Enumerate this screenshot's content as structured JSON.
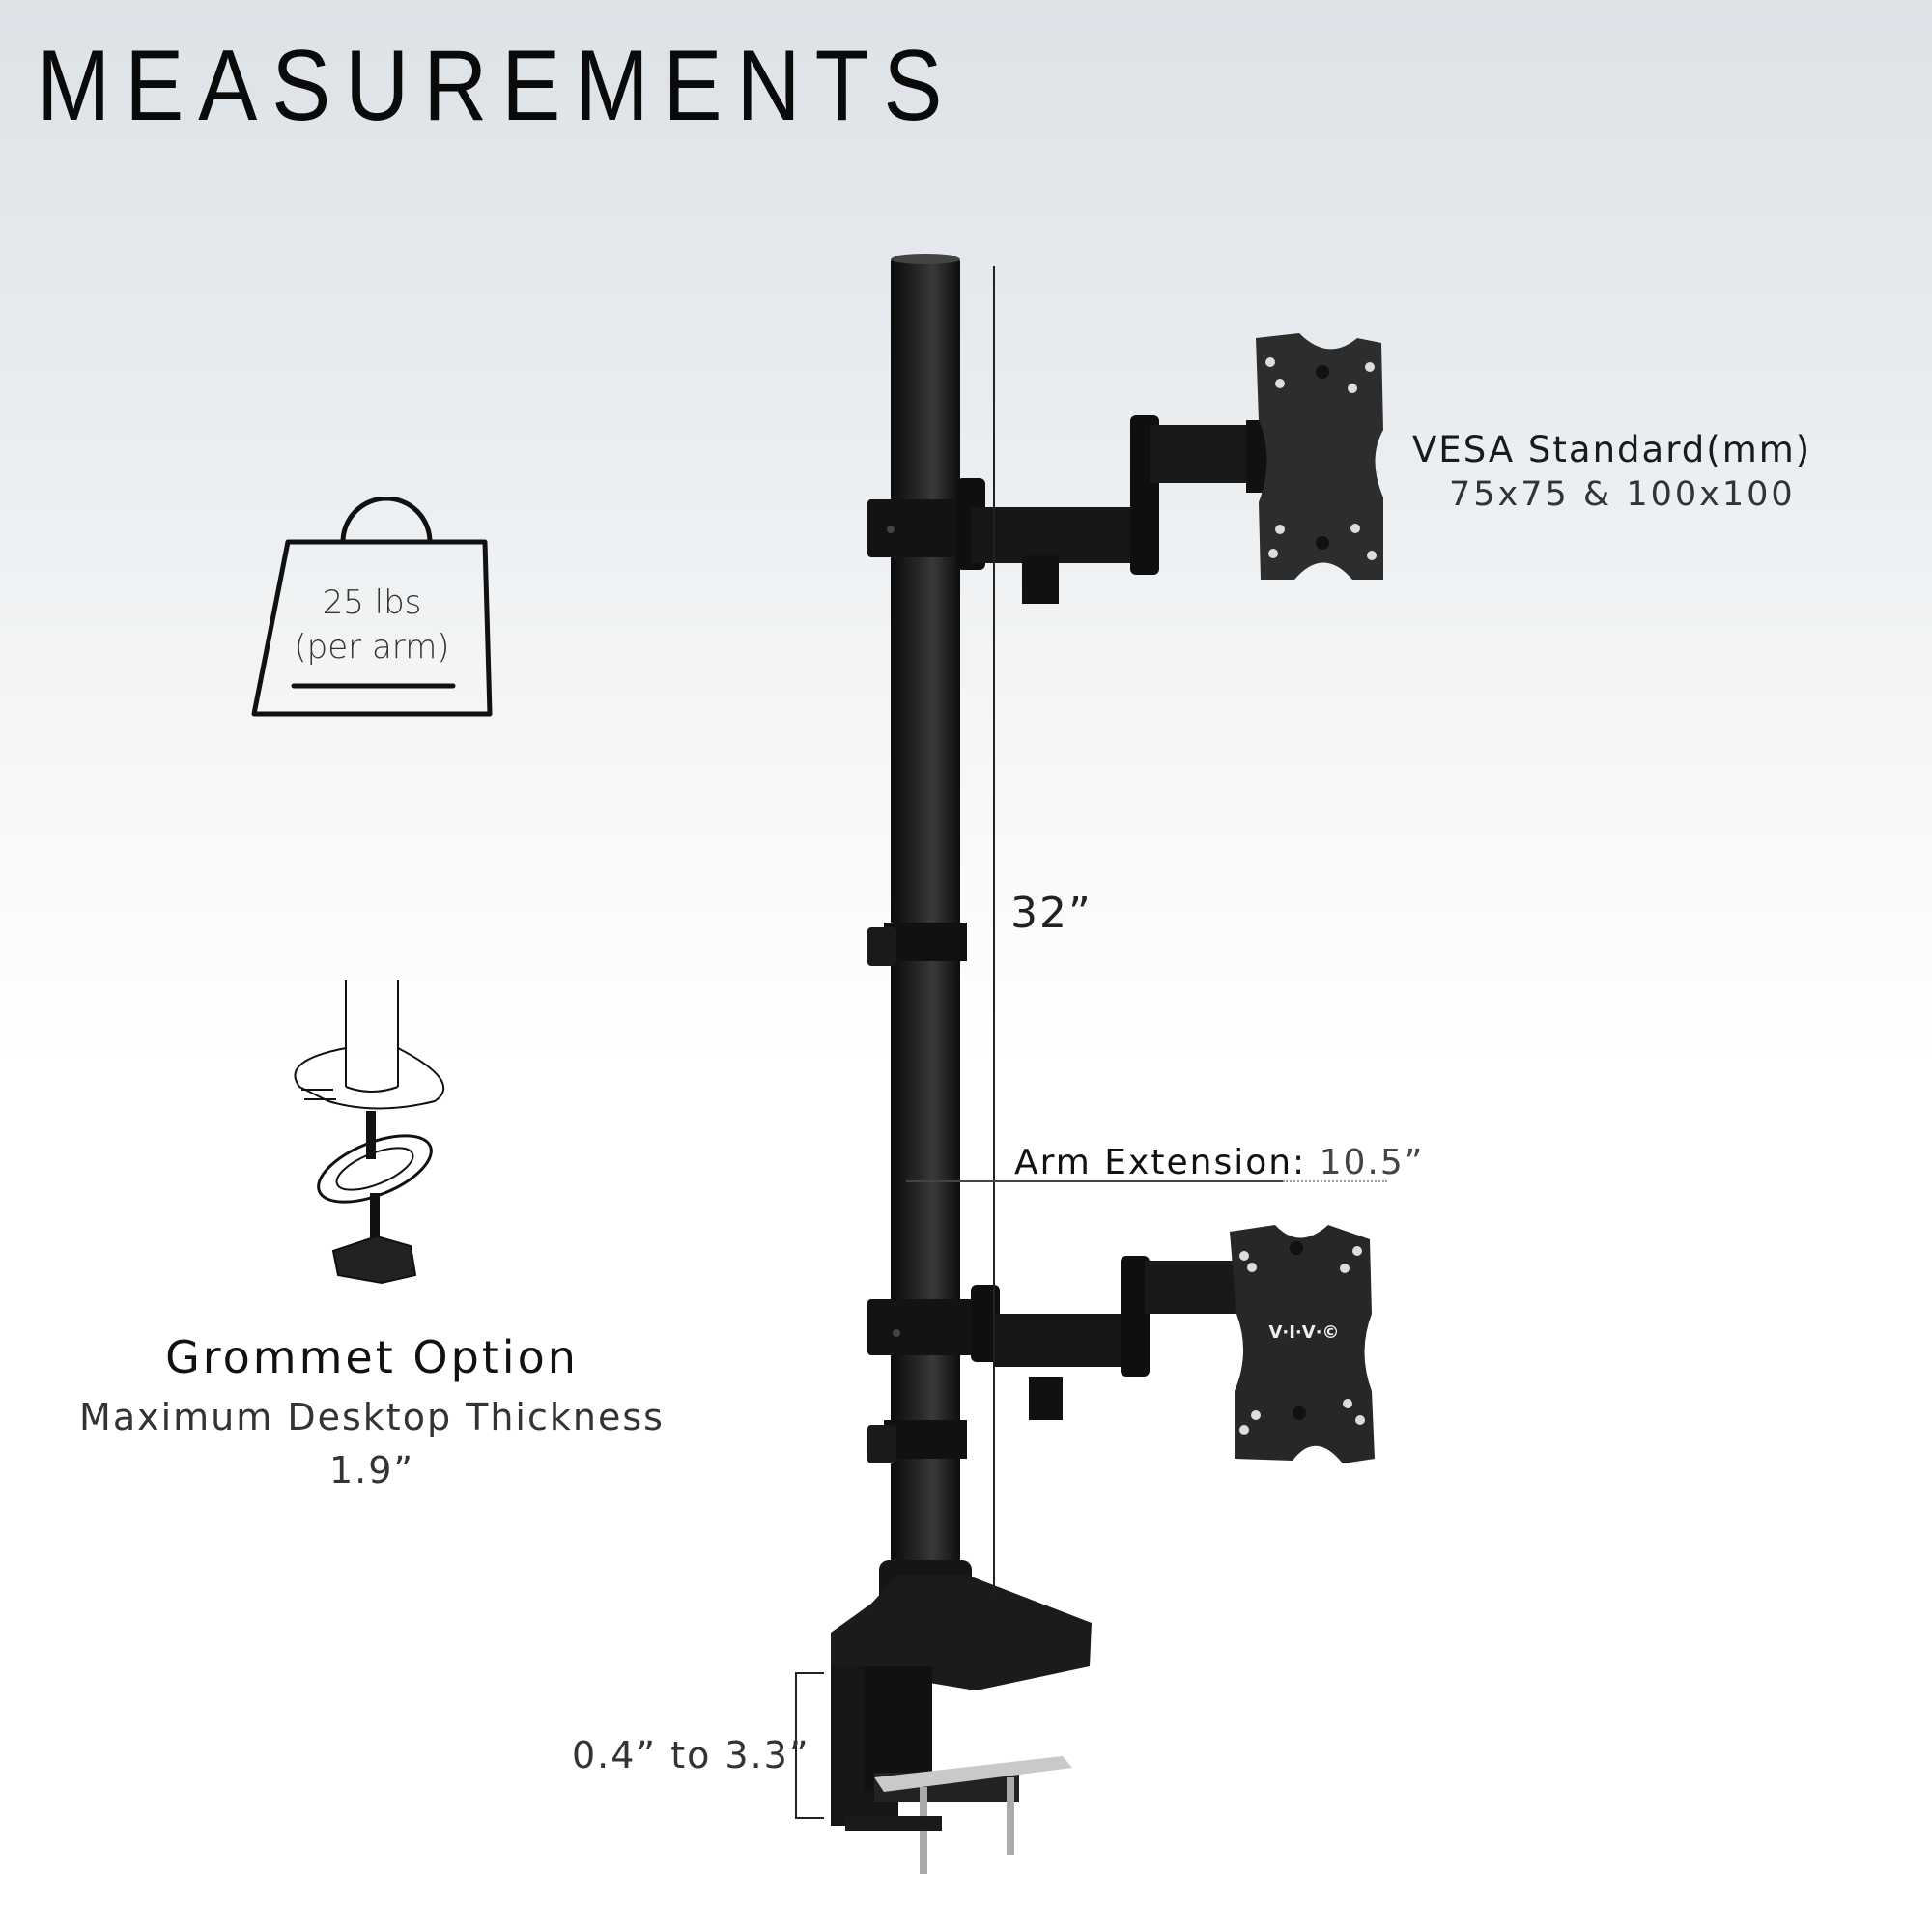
{
  "header": {
    "title": "MEASUREMENTS"
  },
  "weight": {
    "icon": "weight-icon",
    "value": "25 lbs",
    "note": "(per arm)"
  },
  "vesa": {
    "label": "VESA Standard(mm)",
    "sizes": "75x75 & 100x100"
  },
  "height": {
    "value": "32”"
  },
  "arm_extension": {
    "label": "Arm Extension:",
    "value": "10.5”"
  },
  "grommet": {
    "icon": "grommet-diagram-icon",
    "title": "Grommet Option",
    "subtitle": "Maximum Desktop Thickness",
    "value": "1.9”"
  },
  "clamp": {
    "range": "0.4” to 3.3”"
  },
  "product": {
    "brand_mark": "V·I·V·©",
    "image": "dual-monitor-pole-mount"
  },
  "colors": {
    "background_top": "#dde2e7",
    "background_bottom": "#ffffff",
    "product": "#151515",
    "text": "#111111"
  }
}
